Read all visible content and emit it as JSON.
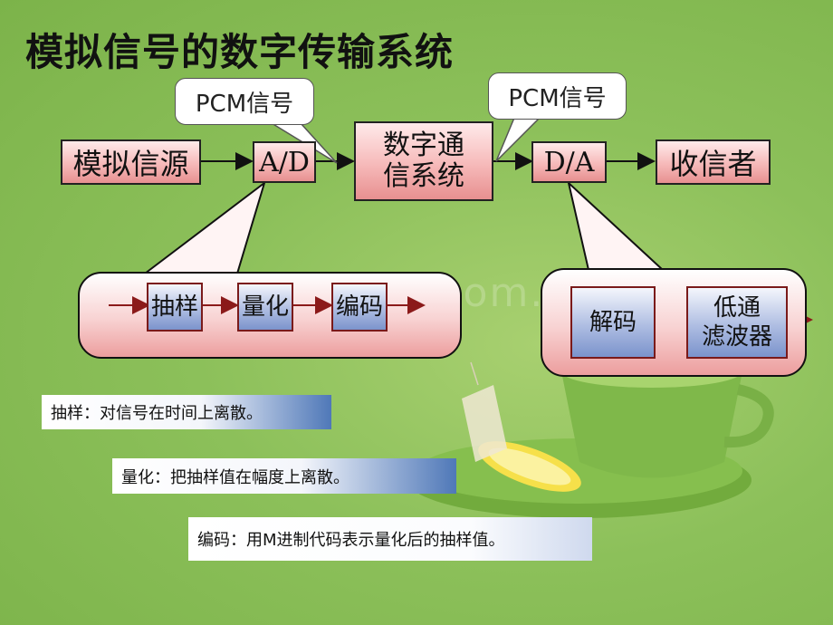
{
  "title": "模拟信号的数字传输系统",
  "top_chain": {
    "source": "模拟信源",
    "ad": "A/D",
    "system_line1": "数字通",
    "system_line2": "信系统",
    "da": "D/A",
    "receiver": "收信者"
  },
  "bubbles": {
    "left": "PCM信号",
    "right": "PCM信号"
  },
  "ad_panel": {
    "steps": [
      "抽样",
      "量化",
      "编码"
    ]
  },
  "da_panel": {
    "step1": "解码",
    "step2_line1": "低通",
    "step2_line2": "滤波器"
  },
  "notes": [
    "抽样：对信号在时间上离散。",
    "量化：把抽样值在幅度上离散。",
    "编码：用M进制代码表示量化后的抽样值。"
  ],
  "watermark": "www.zixin.com.cn",
  "colors": {
    "background": "#8cc05a",
    "box_fill": "#f6b9b9",
    "panel_box_fill": "#aebde2",
    "arrow": "#8b1a1a"
  }
}
